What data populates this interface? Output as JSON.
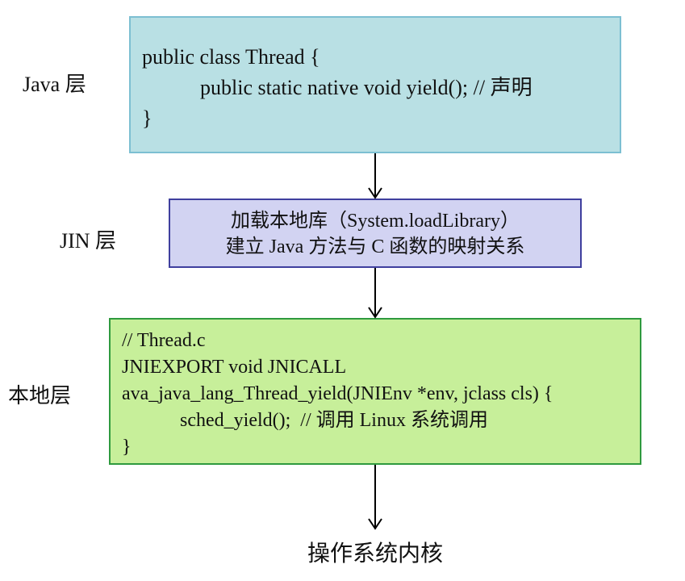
{
  "layers": {
    "java_label": "Java 层",
    "jni_label": "JIN 层",
    "native_label": "本地层"
  },
  "java_box": {
    "lines": [
      "public class Thread {",
      "public static native void yield(); // 声明",
      "}"
    ]
  },
  "jni_box": {
    "lines": [
      "加载本地库（System.loadLibrary）",
      "建立 Java 方法与 C 函数的映射关系"
    ]
  },
  "native_box": {
    "lines": [
      "// Thread.c",
      "JNIEXPORT void JNICALL",
      "ava_java_lang_Thread_yield(JNIEnv *env, jclass cls) {",
      "sched_yield();  // 调用 Linux 系统调用",
      "}"
    ]
  },
  "kernel_label": "操作系统内核"
}
